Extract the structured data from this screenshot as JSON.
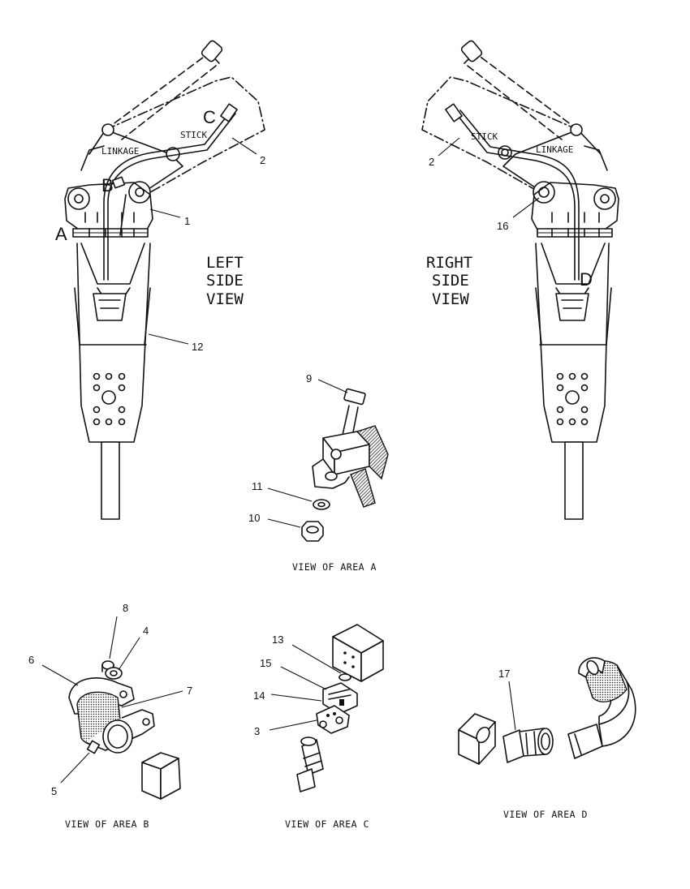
{
  "views": {
    "left": {
      "line1": "LEFT",
      "line2": "SIDE",
      "line3": "VIEW"
    },
    "right": {
      "line1": "RIGHT",
      "line2": "SIDE",
      "line3": "VIEW"
    }
  },
  "labels": {
    "stick": "STICK",
    "linkage": "LINKAGE"
  },
  "area_letters": {
    "a": "A",
    "b": "B",
    "c": "C",
    "d": "D"
  },
  "callouts": {
    "c1": "1",
    "c2_left": "2",
    "c2_right": "2",
    "c3": "3",
    "c4": "4",
    "c5": "5",
    "c6": "6",
    "c7": "7",
    "c8": "8",
    "c9": "9",
    "c10": "10",
    "c11": "11",
    "c12": "12",
    "c13": "13",
    "c14": "14",
    "c15": "15",
    "c16": "16",
    "c17": "17"
  },
  "captions": {
    "area_a": "VIEW  OF  AREA  A",
    "area_b": "VIEW  OF  AREA  B",
    "area_c": "VIEW  OF  AREA  C",
    "area_d": "VIEW  OF  AREA  D"
  }
}
